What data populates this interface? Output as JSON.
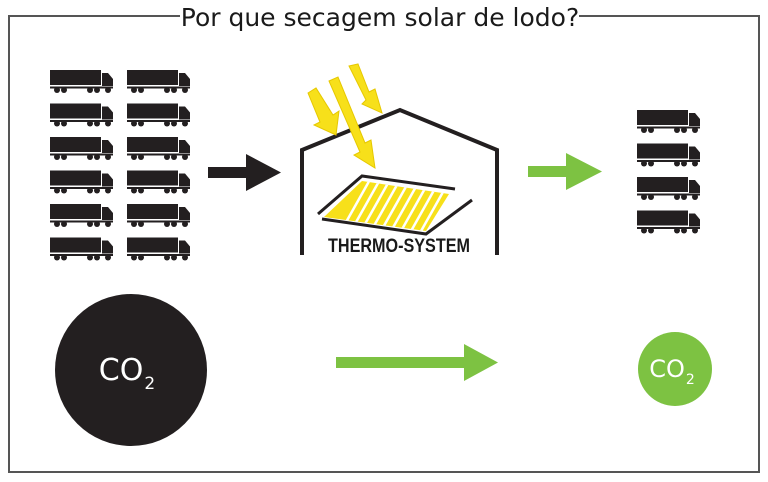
{
  "title": "Por que secagem solar de lodo?",
  "brand": "THERMO-SYSTEM",
  "co2": {
    "main": "CO",
    "sub": "2"
  },
  "colors": {
    "dark": "#231f20",
    "green": "#7dc242",
    "yellow": "#f7e01a",
    "yellow_stroke": "#e6c800",
    "frame": "#555555"
  },
  "trucks_before": {
    "count": 12,
    "columns": 2
  },
  "trucks_after": {
    "count": 4,
    "columns": 1
  },
  "icons": [
    "truck-icon",
    "arrow-right-icon",
    "greenhouse-icon",
    "sun-ray-icon",
    "co2-circle-icon"
  ]
}
